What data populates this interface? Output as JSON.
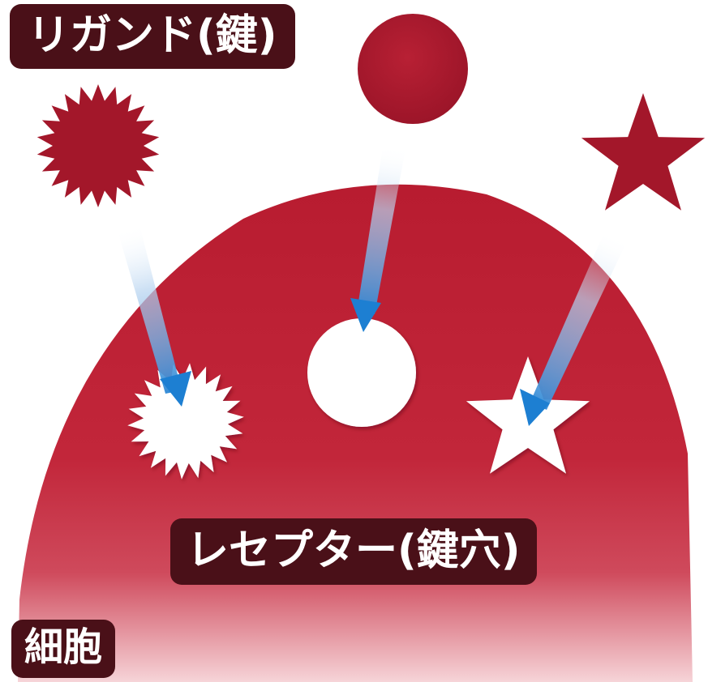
{
  "labels": {
    "ligand": "リガンド(鍵)",
    "receptor": "レセプター(鍵穴)",
    "cell": "細胞"
  },
  "colors": {
    "cell_top": "#b81c30",
    "cell_bottom": "#f6d4d8",
    "ligand_fill": "#a3172a",
    "label_bg": "#4a1018",
    "label_text": "#ffffff",
    "arrow_head": "#1d7fd2",
    "arrow_tail": "#ffffff",
    "receptor_hole": "#ffffff"
  },
  "icons": {
    "ligands": [
      "starburst-icon",
      "circle-icon",
      "star-icon"
    ],
    "receptors": [
      "starburst-hole",
      "circle-hole",
      "star-hole"
    ]
  }
}
